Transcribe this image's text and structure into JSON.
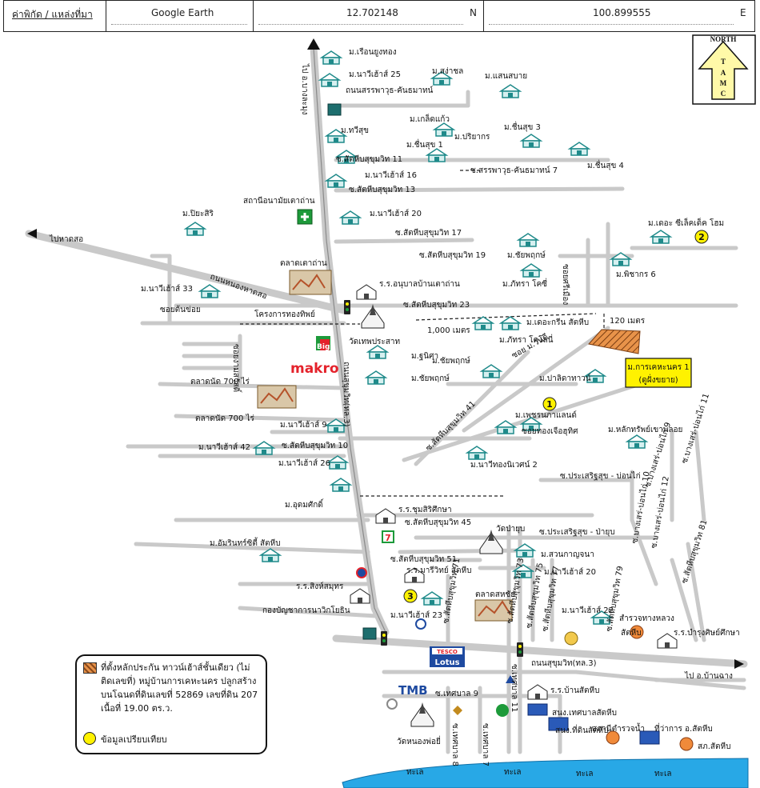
{
  "header": {
    "label": "ค่าพิกัด / แหล่งที่มา",
    "source": "Google Earth",
    "lat": "12.702148",
    "lat_dir": "N",
    "lon": "100.899555",
    "lon_dir": "E"
  },
  "compass": {
    "word": "NORTH",
    "letters": [
      "T",
      "A",
      "M",
      "C"
    ]
  },
  "markers": [
    "1",
    "2",
    "3"
  ],
  "labels": {
    "t1": "ไป อ.บางละมุง",
    "t2": "ม.เรือนยูงทอง",
    "t3": "ม.นาวีเฮ้าส์ 25",
    "t4": "ม.สง่าชล",
    "t5": "ม.แสนสบาย",
    "t6": "ถนนสรรพาวุธ-คันธมาทน์",
    "t7": "ม.เกล็ดแก้ว",
    "t8": "ม.ทวีสุข",
    "t9": "ม.ปริยากร",
    "t10": "ม.ชื่นสุข 3",
    "t11": "ม.ชื่นสุข 1",
    "t12": "ซ.สัตหีบสุขุมวิท 11",
    "t13": "ม.ชื่นสุข 4",
    "t14": "ซ.สรรพาวุธ-คันธมาทน์ 7",
    "t15": "ม.นาวีเฮ้าส์ 16",
    "t16": "ซ.สัตหีบสุขุมวิท 13",
    "t17": "สถานีอนามัยเตาถ่าน",
    "t18": "ม.ปิยะสิริ",
    "t19": "ม.นาวีเฮ้าส์ 20",
    "t20": "ม.เดอะ ซีเล็คเต็ค โฮม",
    "t21": "ซ.สัตหีบสุขุมวิท 17",
    "t22": "ไปหาดสอ",
    "t23": "ม.ชัยพฤกษ์",
    "t24": "ซ.สัตหีบสุขุมวิท 19",
    "t25": "ม.พิชากร 6",
    "t26": "ซอยศรีเมือง",
    "t27": "ตลาดเตาถ่าน",
    "t28": "ถนนหนองหาดสอ",
    "t29": "ร.ร.อนุบาลบ้านเตาถ่าน",
    "t30": "ม.ภัทรา โคซี่",
    "t31": "ม.นาวีเฮ้าส์ 33",
    "t32": "ซ.สัตหีบสุขุมวิท 23",
    "t33": "ซอยต้นข่อย",
    "t34": "โครงการทองทิพย์",
    "t35": "1,000 เมตร",
    "t36": "ม.เดอะกรีน สัตหีบ",
    "t37": "120 เมตร",
    "t38": "ม.ภัทรา โคโลนี่",
    "t39": "วัดเทพประสาท",
    "t40": "ซอยงามสวัสดิ์",
    "t41": "ม.ฐนิศา",
    "t42": "ซอย ม.วันดี",
    "t43": "ม.การเคหะนคร 1",
    "t44": "(ดูฝั่งขยาย)",
    "t45": "ม.ชัยพฤกษ์",
    "t46": "ม.ชัยพฤกษ์",
    "t47": "ม.ปาลิดาทาวน์",
    "t48": "makro",
    "t49": "ถนนสุขุมวิท(ทล.3)",
    "t50": "ตลาดนัด 700 ไร่",
    "t51": "ตลาดนัด 700 ไร่",
    "t52": "ม.เพชรนภาแลนด์",
    "t53": "ซ.สัตหีบสุขุมวิท 41",
    "t54": "ม.นาวีเฮ้าส์ 9",
    "t55": "ซอยทองเจือฮุทิศ",
    "t56": "ม.หลักทรัพย์เขาพลอย",
    "t57": "ม.นาวีเฮ้าส์ 42",
    "t58": "ซ.สัตหีบสุขุมวิท 10",
    "t59": "ซ.บางเสร่-บ่อนไก่ 11",
    "t60": "ม.นาวีเฮ้าส์ 26",
    "t61": "ม.นาวีทองนิเวศน์ 2",
    "t62": "ซ.ประเสริฐสุข - บ่อนไก่",
    "t63": "ซ.บางเสร่-บ่อนไก่ 9",
    "t64": "ม.อุดมศักดิ์",
    "t65": "ร.ร.ชุมสิริศึกษา",
    "t66": "ซ.สัตหีบสุขุมวิท 45",
    "t67": "วัดป่ายุบ",
    "t68": "ซ.ประเสริฐสุข - ป่ายุบ",
    "t69": "ซ.บางเสร่-บ่อนไก่ 10",
    "t70": "ซ.บางเสร่-บ่อนไก่ 12",
    "t71": "ม.อัมรินทร์ซิตี้ สัตหีบ",
    "t72": "ซ.สัตหีบสุขุมวิท 51",
    "t73": "ม.สวนกาญจนา",
    "t74": "ร.ร.มารีวิทย์ สัตหีบ",
    "t75": "ซ.สัตหีบสุขุมวิท 81",
    "t76": "ร.ร.สิงห์สมุทร",
    "t77": "ม.นาวีเฮ้าส์ 20",
    "t78": "ซ.สัตหีบสุขุมวิท 71",
    "t79": "ซ.สัตหีบสุขุมวิท 73",
    "t80": "ซ.สัตหีบสุขุมวิท 75",
    "t81": "ซ.สัตหีบสุขุมวิท 77",
    "t82": "กองบัญชาการนาวิกโยธิน",
    "t83": "ตลาดสหชัย",
    "t84": "ม.นาวีเฮ้าส์ 23",
    "t85": "ม.นาวีเฮ้าส์ 22",
    "t86": "สำรวจทางหลวง",
    "t87": "สัตหีบ",
    "t88": "ร.ร.บำรุงศิษย์ศึกษา",
    "t89": "ซ.สัตหีบสุขุมวิท 79",
    "t90": "ถนนสุขุมวิท(ทล.3)",
    "t91": "ไป อ.บ้านฉาง",
    "t92": "ซ.เทศบาล 9",
    "t93": "ร.ร.บ้านสัตหีบ",
    "t94": "สนง.เทศบาลสัตหีบ",
    "t95": "สนง.ที่ดินสัตหีบ",
    "t96": "สถานีตำรวจน้ำ",
    "t97": "ที่ว่าการ อ.สัตหีบ",
    "t98": "วัดหนองพ่อยี่",
    "t99": "สภ.สัตหีบ",
    "t100": "ซ.เทศบาล 8",
    "t101": "ซ.เทศบาล 7",
    "t102": "ทะเล",
    "t103": "ทะเล",
    "t104": "ทะเล",
    "t105": "ทะเล",
    "t106": "ซ.เทศบาล 11"
  },
  "legend": {
    "subject": "ที่ตั้งหลักประกัน ทาวน์เฮ้าส์ชั้นเดียว (ไม่ติดเลขที่) หมู่บ้านการเคหะนคร ปลูกสร้างบนโฉนดที่ดินเลขที่ 52869 เลขที่ดิน 207 เนื้อที่ 19.00 ตร.ว.",
    "compare": "ข้อมูลเปรียบเทียบ"
  },
  "logos": {
    "tesco": "TESCO",
    "lotus": "Lotus",
    "tmb": "TMB",
    "big": "Big"
  },
  "colors": {
    "road": "#c9c9c9",
    "sea": "#28a8e6",
    "marker": "#fff200",
    "subject": "#e8934a",
    "house": "#1f8a8a"
  }
}
